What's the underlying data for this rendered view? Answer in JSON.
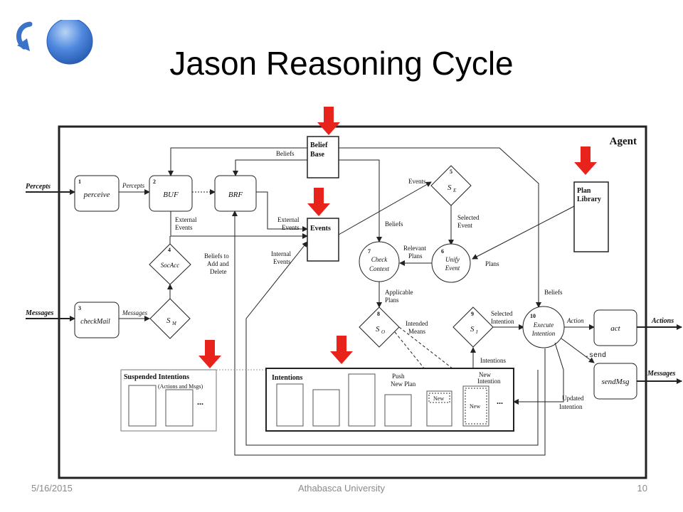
{
  "slide": {
    "title": "Jason Reasoning Cycle",
    "footer": {
      "date": "5/16/2015",
      "org": "Athabasca University",
      "page": "10"
    }
  },
  "diagram": {
    "agent_label": "Agent",
    "inputs": {
      "percepts": "Percepts",
      "messages": "Messages"
    },
    "outputs": {
      "actions": "Actions",
      "messages": "Messages"
    },
    "steps": {
      "perceive": {
        "num": "1",
        "label": "perceive"
      },
      "buf": {
        "num": "2",
        "label": "BUF"
      },
      "brf": {
        "label": "BRF"
      },
      "checkmail": {
        "num": "3",
        "label": "checkMail"
      },
      "socacc": {
        "num": "4",
        "label": "SocAcc"
      },
      "sm": {
        "label": "S",
        "sub": "M"
      },
      "se": {
        "num": "5",
        "label": "S",
        "sub": "E"
      },
      "unify": {
        "num": "6",
        "label1": "Unify",
        "label2": "Event"
      },
      "check": {
        "num": "7",
        "label1": "Check",
        "label2": "Context"
      },
      "so": {
        "num": "8",
        "label": "S",
        "sub": "O"
      },
      "si": {
        "num": "9",
        "label": "S",
        "sub": "I"
      },
      "execute": {
        "num": "10",
        "label1": "Execute",
        "label2": "Intention"
      },
      "act": {
        "label": "act"
      },
      "sendmsg": {
        "label": "sendMsg"
      }
    },
    "stores": {
      "belief_base": {
        "line1": "Belief",
        "line2": "Base"
      },
      "events": {
        "label": "Events"
      },
      "plan_library": {
        "line1": "Plan",
        "line2": "Library"
      },
      "suspended": {
        "title": "Suspended Intentions",
        "subtitle": "(Actions and Msgs)",
        "ellipsis": "..."
      },
      "intentions": {
        "title": "Intentions",
        "new1": "New",
        "new2": "New",
        "ellipsis": "..."
      }
    },
    "edge_labels": {
      "percepts_small": "Percepts",
      "messages_small": "Messages",
      "beliefs_top": "Beliefs",
      "external_events_1": "External",
      "external_events_1b": "Events",
      "external_events_2": "External",
      "external_events_2b": "Events",
      "beliefs_to_1": "Beliefs to",
      "beliefs_to_2": "Add and",
      "beliefs_to_3": "Delete",
      "internal_1": "Internal",
      "internal_2": "Events",
      "events": "Events",
      "beliefs_check": "Beliefs",
      "relevant_1": "Relevant",
      "relevant_2": "Plans",
      "selected_event_1": "Selected",
      "selected_event_2": "Event",
      "plans": "Plans",
      "applicable_1": "Applicable",
      "applicable_2": "Plans",
      "intended_1": "Intended",
      "intended_2": "Means",
      "selected_int_1": "Selected",
      "selected_int_2": "Intention",
      "beliefs_exec": "Beliefs",
      "intentions_edge": "Intentions",
      "action": "Action",
      "send": ".send",
      "push_1": "Push",
      "push_2": "New Plan",
      "new_int_1": "New",
      "new_int_2": "Intention",
      "updated_1": "Updated",
      "updated_2": "Intention"
    },
    "colors": {
      "highlight_arrow": "#e8231b",
      "line": "#222222"
    }
  }
}
